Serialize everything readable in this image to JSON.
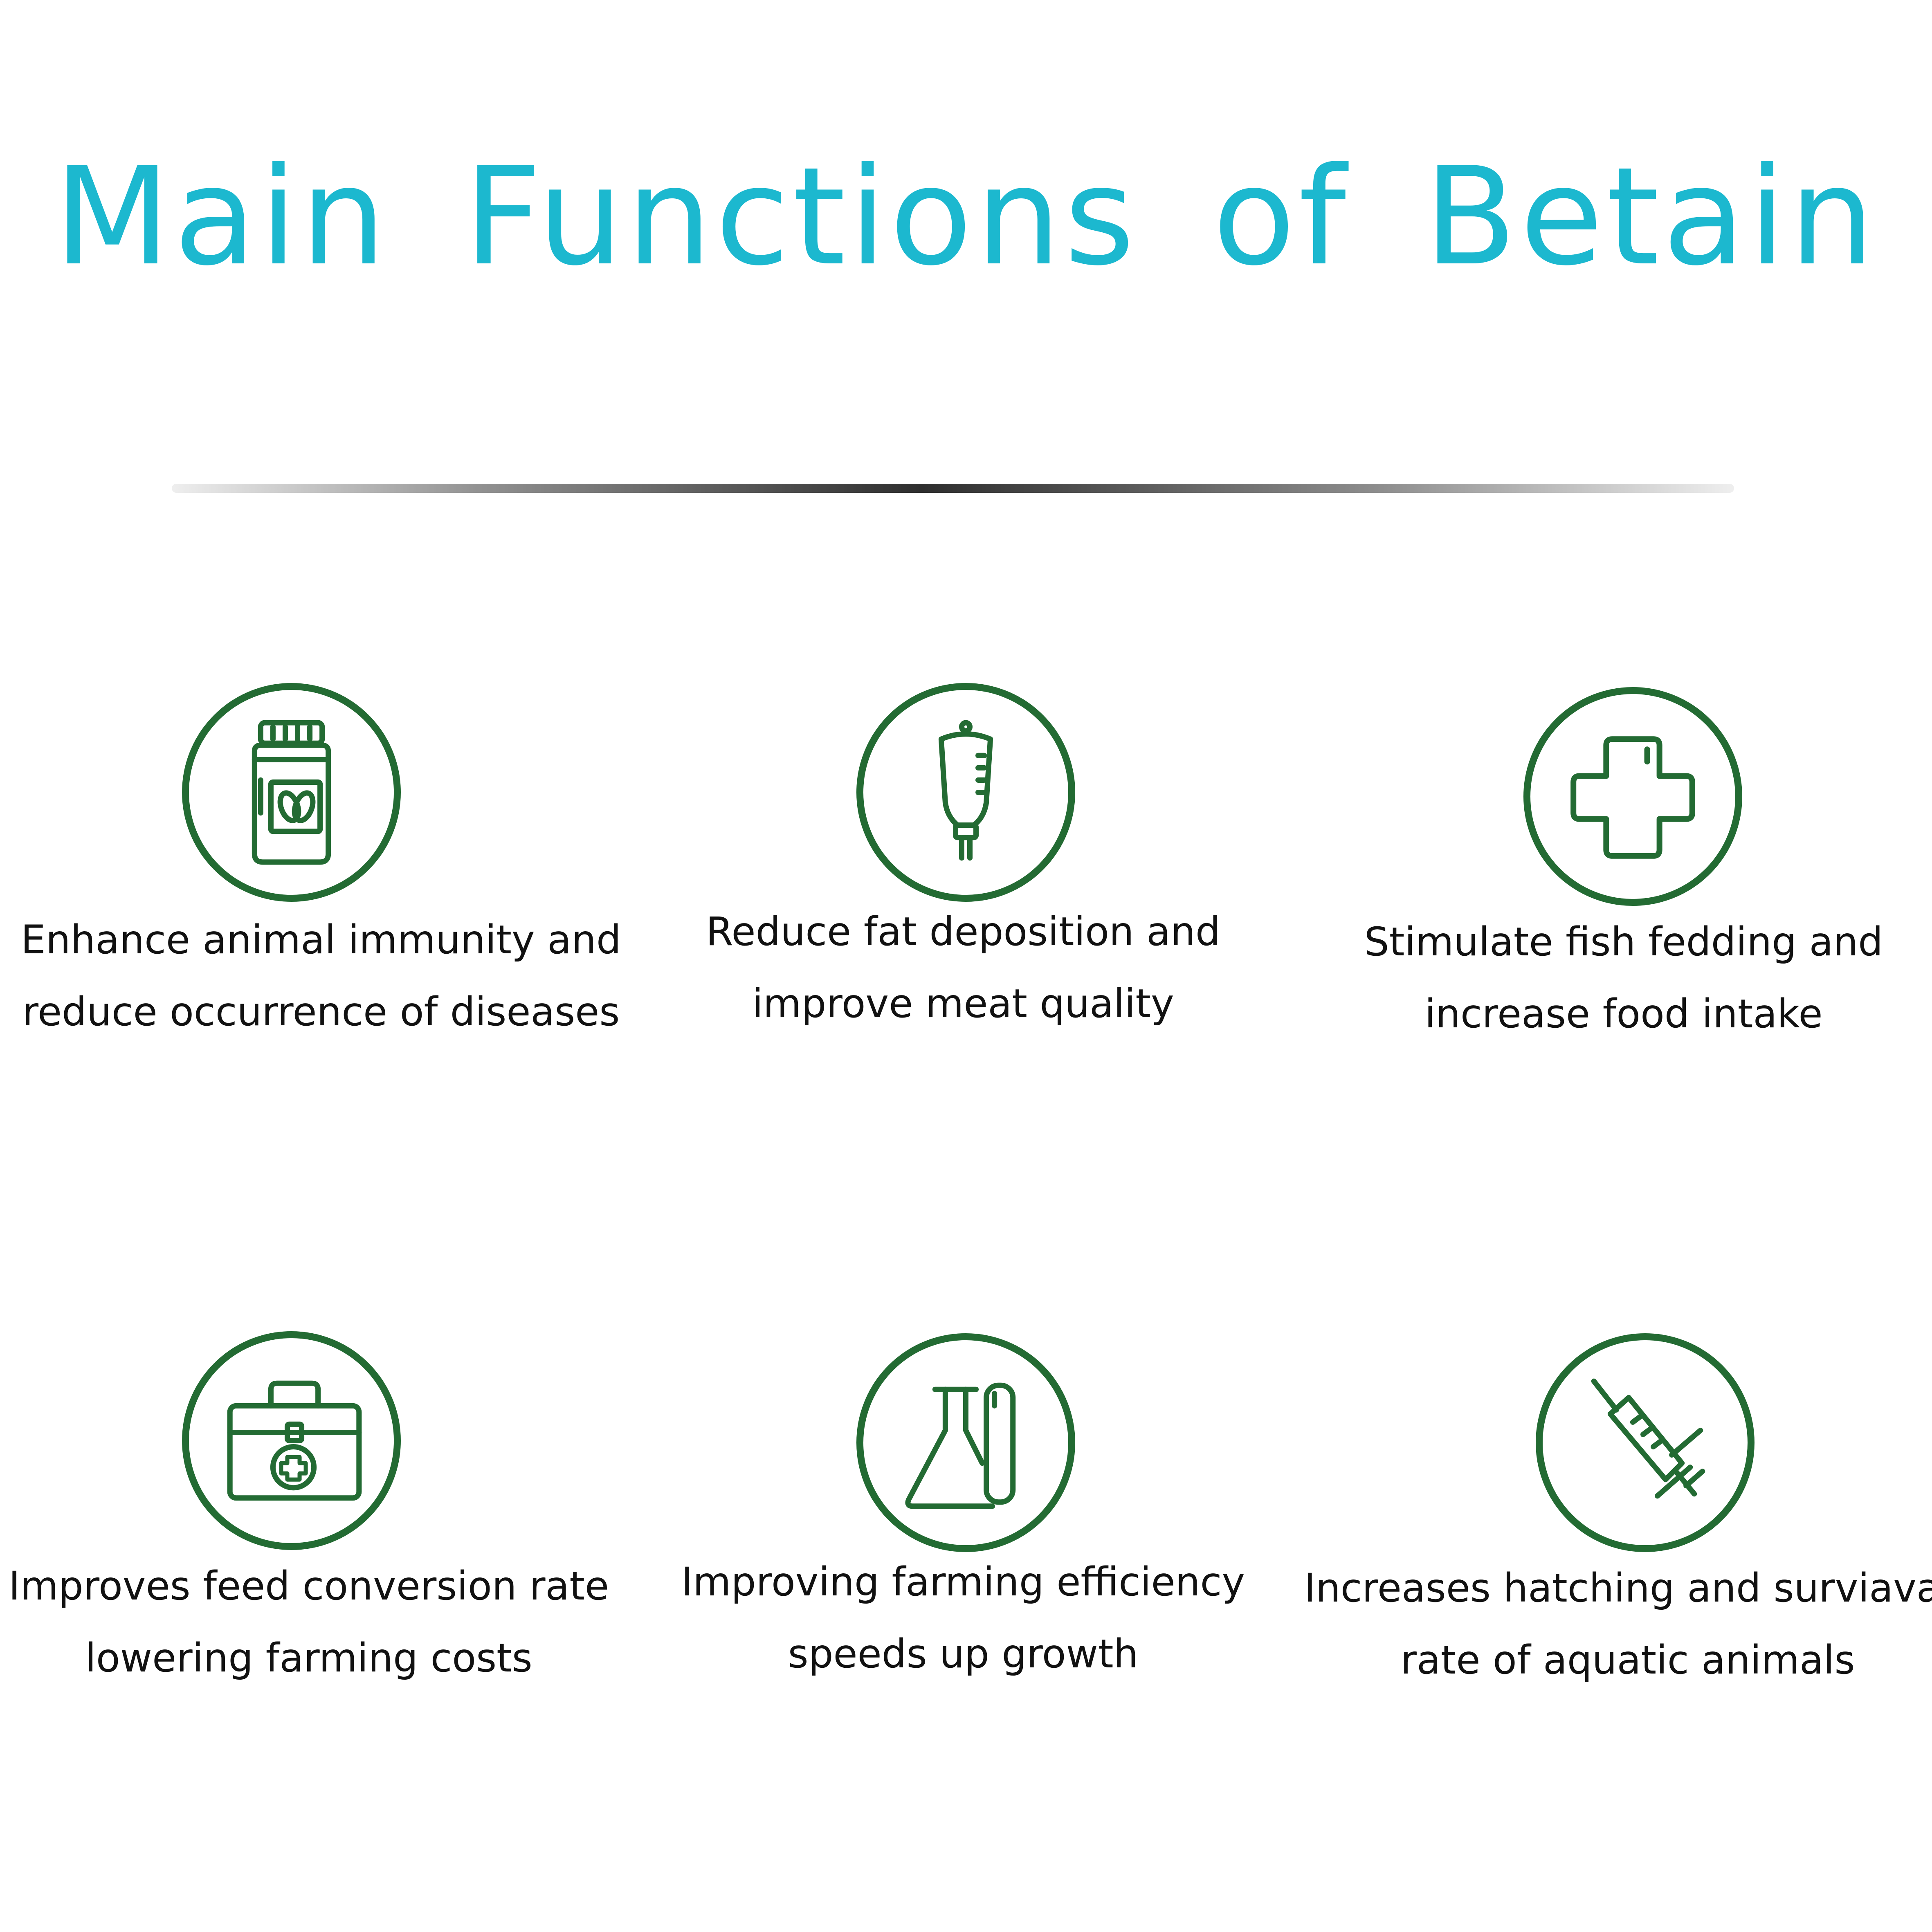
{
  "title": "Main Functions of Betain",
  "colors": {
    "title": "#1cb8cf",
    "icon_green": "#236b33",
    "text": "#111111"
  },
  "features": [
    {
      "icon": "medicine-bottle-icon",
      "line1": "Enhance animal immunity and",
      "line2": "reduce occurrence of diseases"
    },
    {
      "icon": "iv-bag-icon",
      "line1": "Reduce fat deposition and",
      "line2": "improve meat quality"
    },
    {
      "icon": "medical-cross-icon",
      "line1": "Stimulate fish fedding and",
      "line2": "increase food intake"
    },
    {
      "icon": "first-aid-kit-icon",
      "line1": "Improves feed conversion rate",
      "line2": "lowering farming costs"
    },
    {
      "icon": "lab-flask-icon",
      "line1": "Improving farming efficiency",
      "line2": "speeds up growth"
    },
    {
      "icon": "syringe-icon",
      "line1": "Increases hatching and surviaval",
      "line2": "rate of aquatic animals"
    }
  ]
}
